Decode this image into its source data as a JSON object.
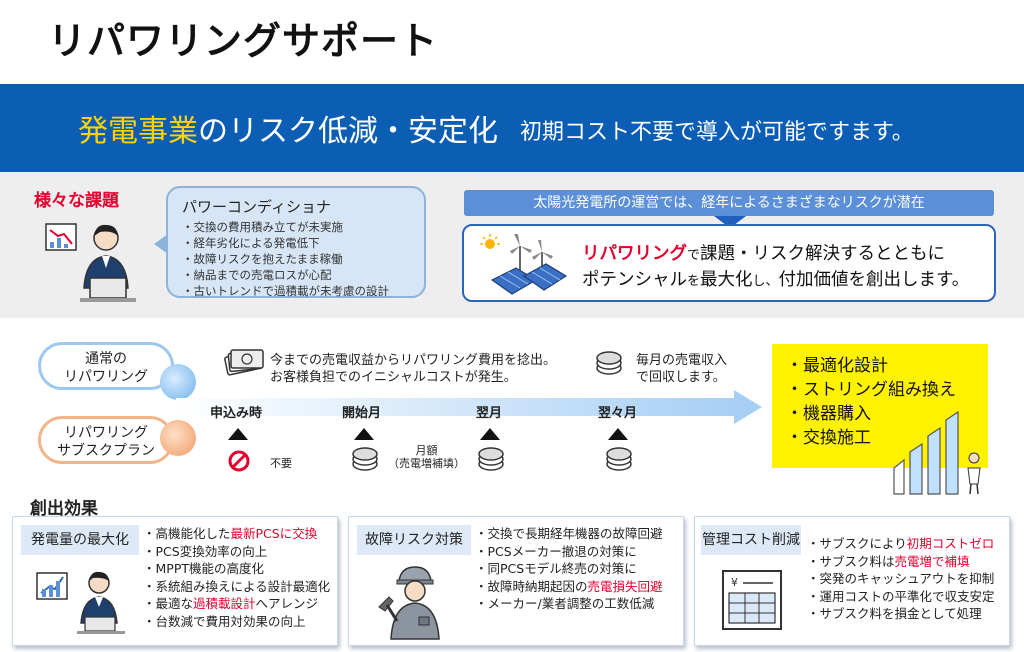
{
  "page_title": "リパワリングサポート",
  "banner": {
    "highlight": "発電事業",
    "main_rest": "のリスク低減・安定化",
    "sub": "初期コスト不要で導入が可能ですます。"
  },
  "issues": {
    "label": "様々な課題",
    "bubble_title": "パワーコンディショナ",
    "bubble_items": [
      "・交換の費用積み立てが未実施",
      "・経年劣化による発電低下",
      "・故障リスクを抱えたまま稼働",
      "・納品までの売電ロスが心配",
      "・古いトレンドで過積載が未考慮の設計"
    ]
  },
  "risk": {
    "header": "太陽光発電所の運営では、経年によるさまざまなリスクが潜在",
    "line1_red": "リパワリング",
    "line1_small": "で",
    "line1_rest": "課題・リスク解決するとともに",
    "line2_a": "ポテンシャル",
    "line2_small1": "を",
    "line2_b": "最大化",
    "line2_small2": "し、",
    "line2_c": "付加価値を創出します。"
  },
  "plans": {
    "normal_l1": "通常の",
    "normal_l2": "リパワリング",
    "sub_l1": "リパワリング",
    "sub_l2": "サブスクプラン"
  },
  "timeline": {
    "labels": [
      "申込み時",
      "開始月",
      "翌月",
      "翌々月"
    ],
    "normal_note_l1": "今までの売電収益からリパワリング費用を捻出。",
    "normal_note_l2": "お客様負担でのイニシャルコストが発生。",
    "monthly_note_l1": "毎月の売電収入",
    "monthly_note_l2": "で回収します。",
    "fee_l1": "月額",
    "fee_l2": "（売電増補填）",
    "unneeded": "不要"
  },
  "services": [
    "・最適化設計",
    "・ストリング組み換え",
    "・機器購入",
    "・交換施工"
  ],
  "effects": {
    "label": "創出効果",
    "card1": {
      "title": "発電量の最大化",
      "items": [
        {
          "pre": "・高機能化した",
          "red": "最新PCSに交換",
          "post": ""
        },
        {
          "pre": "・PCS変換効率の向上",
          "red": "",
          "post": ""
        },
        {
          "pre": "・MPPT機能の高度化",
          "red": "",
          "post": ""
        },
        {
          "pre": "・系統組み換えによる設計最適化",
          "red": "",
          "post": ""
        },
        {
          "pre": "・最適な",
          "red": "過積載設計",
          "post": "へアレンジ"
        },
        {
          "pre": "・台数減で費用対効果の向上",
          "red": "",
          "post": ""
        }
      ]
    },
    "card2": {
      "title": "故障リスク対策",
      "items": [
        {
          "pre": "・交換で長期経年機器の故障回避",
          "red": "",
          "post": ""
        },
        {
          "pre": "・PCSメーカー撤退の対策に",
          "red": "",
          "post": ""
        },
        {
          "pre": "・同PCSモデル終売の対策に",
          "red": "",
          "post": ""
        },
        {
          "pre": "・故障時納期起因の",
          "red": "売電損失回避",
          "post": ""
        },
        {
          "pre": "・メーカー/業者調整の工数低減",
          "red": "",
          "post": ""
        }
      ]
    },
    "card3": {
      "title": "管理コスト削減",
      "items": [
        {
          "pre": "・サブスクにより",
          "red": "初期コストゼロ",
          "post": ""
        },
        {
          "pre": "・サブスク料は",
          "red": "売電増で補填",
          "post": ""
        },
        {
          "pre": "・突発のキャッシュアウトを抑制",
          "red": "",
          "post": ""
        },
        {
          "pre": "・運用コストの平準化で収支安定",
          "red": "",
          "post": ""
        },
        {
          "pre": "・サブスク料を損金として処理",
          "red": "",
          "post": ""
        }
      ]
    }
  },
  "colors": {
    "banner_blue": "#0b5eb3",
    "highlight_yellow": "#ffd400",
    "accent_red": "#e3002f",
    "services_yellow": "#fff200"
  }
}
